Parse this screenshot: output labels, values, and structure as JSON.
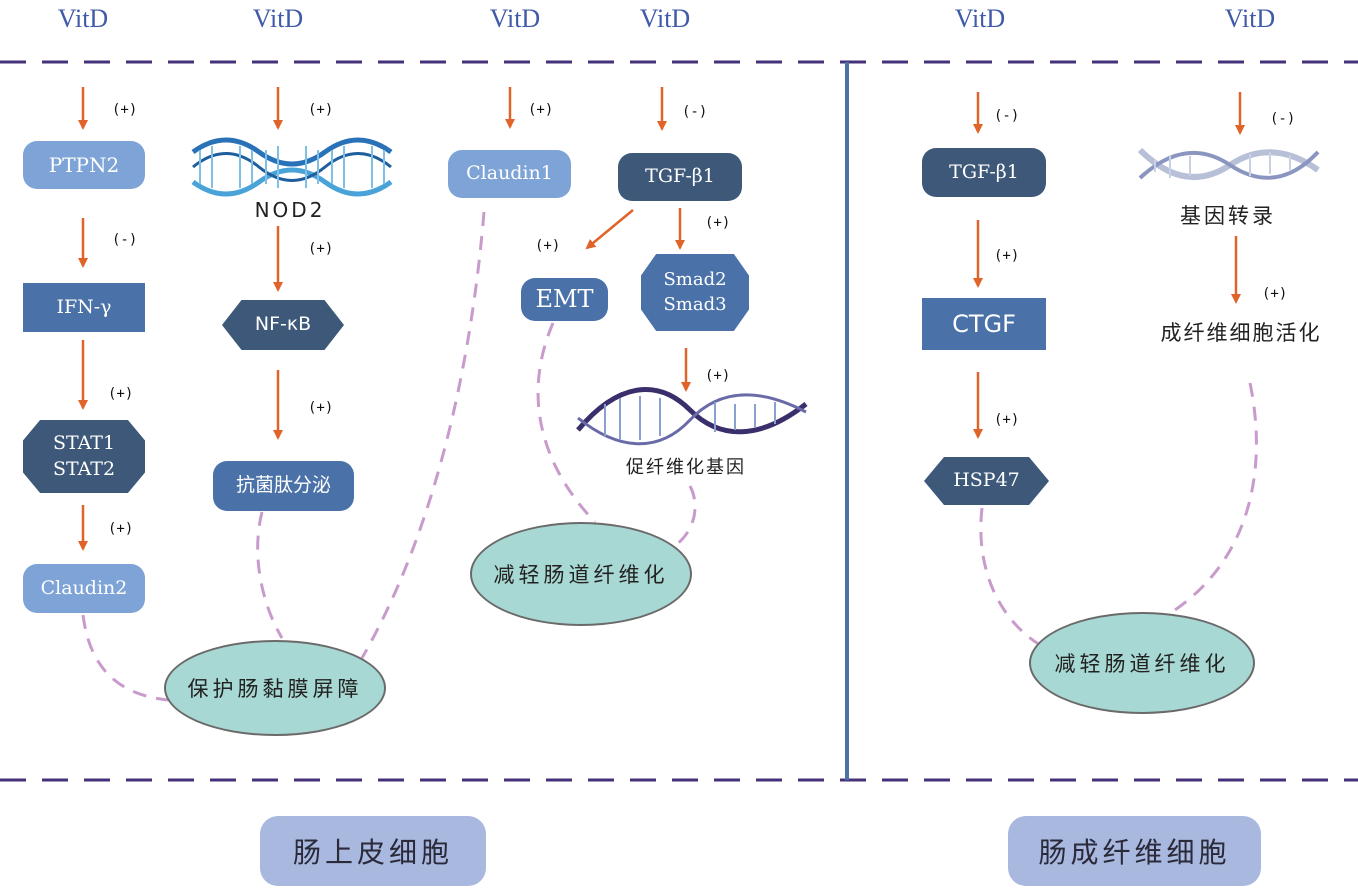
{
  "colors": {
    "dash": "#45327a",
    "arrow": "#e0632a",
    "pink": "#c99bcc",
    "divider": "#4a72a8"
  },
  "vitd": [
    "VitD",
    "VitD",
    "VitD",
    "VitD",
    "VitD",
    "VitD"
  ],
  "signs": {
    "s1": "(+)",
    "s2": "(-)",
    "s3": "(+)",
    "s4": "(+)",
    "s5": "(+)",
    "s6": "(+)",
    "s7": "(+)",
    "s8": "(+)",
    "s9": "(-)",
    "s10": "(+)",
    "s11": "(+)",
    "s12": "(+)",
    "s13": "(-)",
    "s14": "(+)",
    "s15": "(+)",
    "s16": "(-)",
    "s17": "(+)"
  },
  "nodes": {
    "ptpn2": "PTPN2",
    "ifng": "IFN-γ",
    "stat": "STAT1\nSTAT2",
    "claudin2": "Claudin2",
    "nod2": "NOD2",
    "nfkb": "NF-κB",
    "amp": "抗菌肽分泌",
    "claudin1": "Claudin1",
    "tgfb1_a": "TGF-β1",
    "emt": "EMT",
    "smad": "Smad2\nSmad3",
    "fibgenes": "促纤维化基因",
    "tgfb1_b": "TGF-β1",
    "ctgf": "CTGF",
    "hsp47": "HSP47",
    "transcription": "基因转录",
    "activation": "成纤维细胞活化"
  },
  "outcomes": {
    "barrier": "保护肠黏膜屏障",
    "fibrosis_a": "减轻肠道纤维化",
    "fibrosis_b": "减轻肠道纤维化"
  },
  "cells": {
    "epithelial": "肠上皮细胞",
    "fibroblast": "肠成纤维细胞"
  }
}
